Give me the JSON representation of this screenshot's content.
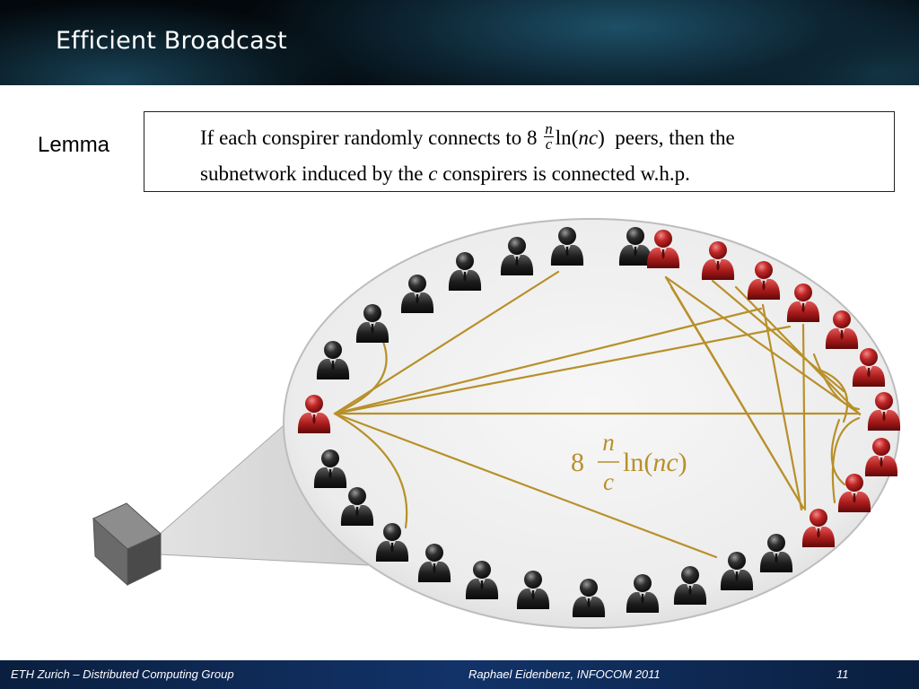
{
  "slide": {
    "title": "Efficient Broadcast",
    "lemma_label": "Lemma",
    "lemma": {
      "line1_before": "If each conspirer randomly connects to 8",
      "frac_num": "n",
      "frac_den": "c",
      "ln_text": "ln(",
      "ln_arg": "nc",
      "ln_close": ")",
      "line1_after": "peers, then the",
      "line2_before": "subnetwork induced by the",
      "line2_var": "c",
      "line2_after": "conspirers is connected w.h.p."
    },
    "diagram_formula": {
      "coef": "8",
      "num": "n",
      "den": "c",
      "ln_text": "ln(",
      "ln_arg": "nc",
      "ln_close": ")"
    }
  },
  "footer": {
    "left": "ETH Zurich – Distributed Computing Group",
    "center": "Raphael Eidenbenz, INFOCOM 2011",
    "page": "11"
  },
  "colors": {
    "edge": "#b8902a",
    "conspirer": "#b01818",
    "peer": "#2a2a2a",
    "footer_bg": "#123369"
  },
  "icons": {
    "peer": "person-icon",
    "conspirer": "conspirer-person-icon",
    "node": "cube-icon"
  }
}
